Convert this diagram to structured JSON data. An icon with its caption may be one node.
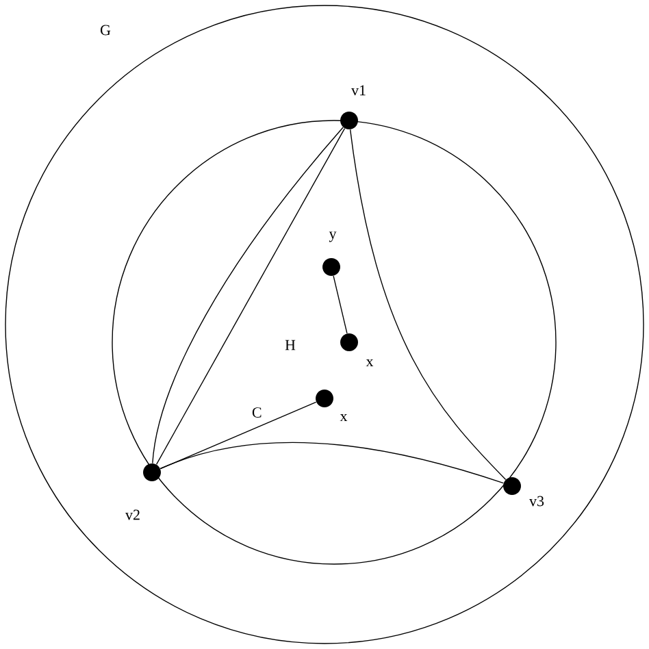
{
  "diagram": {
    "nodes": [
      {
        "text": [
          "G"
        ]
      },
      {
        "text": [
          "H"
        ],
        "in": 0
      },
      {
        "text": [
          "v1"
        ],
        "in": 1
      },
      {
        "text": [
          "v2"
        ],
        "in": 1
      },
      {
        "text": [
          "v3"
        ],
        "in": 1
      },
      {
        "text": [
          "y"
        ],
        "in": 1
      },
      {
        "text": [
          "x"
        ],
        "in": 1
      },
      {
        "text": [
          "x"
        ],
        "in": 1
      }
    ],
    "edges": [
      {
        "from": 2,
        "to": 3,
        "arrow": "none"
      },
      {
        "from": 2,
        "to": 3,
        "arrow": "none"
      },
      {
        "from": 2,
        "to": 4,
        "arrow": "none"
      },
      {
        "from": 3,
        "to": 4,
        "arrow": "none"
      },
      {
        "from": 5,
        "to": 6,
        "arrow": "none"
      },
      {
        "from": 3,
        "to": 7,
        "label": "C",
        "arrow": "none"
      }
    ]
  }
}
